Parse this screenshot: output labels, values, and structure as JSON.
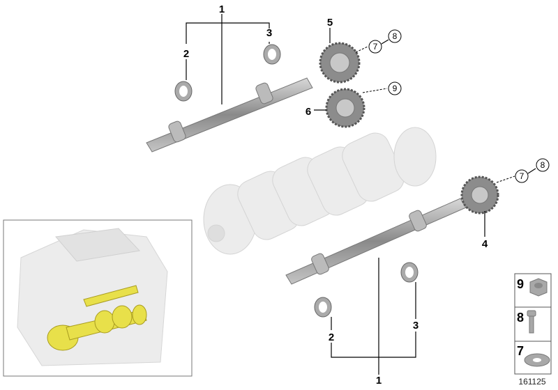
{
  "diagram_id": "161125",
  "callouts": {
    "shaft_upper": "1",
    "bearing_upper_left": "2",
    "bearing_upper_right": "3",
    "gear_upper": "5",
    "gear_middle": "6",
    "gear_lower": "4",
    "bearing_lower_left": "2",
    "bearing_lower_right": "3",
    "shaft_lower": "1",
    "circ_7a": "7",
    "circ_8a": "8",
    "circ_9": "9",
    "circ_7b": "7",
    "circ_8b": "8"
  },
  "hardware_legend": [
    {
      "number": "9",
      "part": "hex-flange-nut"
    },
    {
      "number": "8",
      "part": "bolt"
    },
    {
      "number": "7",
      "part": "washer"
    }
  ],
  "colors": {
    "highlight": "#e8e04a",
    "ghost": "#e6e6e6",
    "metal": "#9a9a9a"
  }
}
